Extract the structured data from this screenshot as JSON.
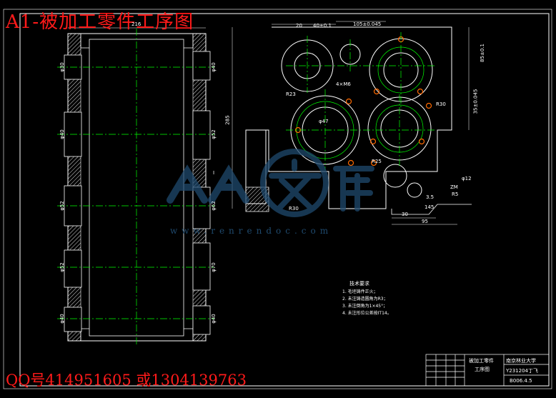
{
  "overlay": {
    "title": "A1-被加工零件工序图",
    "contact": "QQ号414951605 或1304139763"
  },
  "watermark": {
    "brand": "人人文库",
    "url": "www.renrendoc.com"
  },
  "notes": {
    "title": "技术要求",
    "items": [
      "1. 毛坯铸件正火；",
      "2. 未注铸造圆角为R3；",
      "3. 未注倒角为1×45°；",
      "4. 未注形位公差按IT14。"
    ]
  },
  "title_block": {
    "part_name": "被加工零件",
    "doc_type": "工序图",
    "school": "南京林业大学",
    "student": "Y231204丁飞",
    "date": "B006.4.5"
  },
  "left_view_dims": {
    "top": "216",
    "left": [
      "φ30",
      "φ40",
      "φ52",
      "φ52",
      "φ40"
    ],
    "right": [
      "φ40",
      "φ52",
      "φ62",
      "φ70",
      "φ40"
    ],
    "side": "I"
  },
  "right_view_dims": {
    "top": [
      "20",
      "40±0.1",
      "105±0.045"
    ],
    "right": [
      "85±0.1",
      "35±0.045"
    ],
    "height": "285",
    "radii": [
      "R23",
      "R30",
      "R25",
      "R5"
    ],
    "bottom": [
      "30",
      "95",
      "145",
      "φ12",
      "3.5",
      "ZM",
      "R30"
    ],
    "holes": [
      "4×M6",
      "φ47"
    ]
  },
  "colors": {
    "background": "#000000",
    "lines": "#ffffff",
    "centerlines": "#00ff00",
    "accent": "#ff1a1a",
    "watermark": "#1f4a6e",
    "hatch": "#ffffff",
    "threads": "#ff6a00"
  }
}
